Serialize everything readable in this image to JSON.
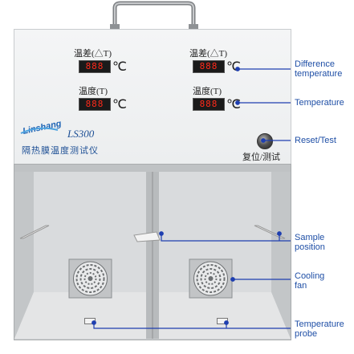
{
  "panel": {
    "diff_label": "温差(△T)",
    "temp_label": "温度(T)",
    "display_value": "888",
    "unit": "℃",
    "brand": "Linshang",
    "model": "LS300",
    "product_name": "隔热膜温度测试仪",
    "reset_label": "复位/测试"
  },
  "callouts": {
    "difference_line1": "Difference",
    "difference_line2": "temperature",
    "temperature": "Temperature",
    "reset_test": "Reset/Test",
    "sample_line1": "Sample",
    "sample_line2": "position",
    "cooling_line1": "Cooling",
    "cooling_line2": "fan",
    "probe_line1": "Temperature",
    "probe_line2": "probe"
  },
  "colors": {
    "callout_line": "#1f3fb0",
    "callout_text": "#1f4fa6",
    "display_digits": "#ff2a1a",
    "brand_blue": "#1d63b4"
  },
  "icons": [
    "handle",
    "reset-knob",
    "fan-grille",
    "probe",
    "sample-holder",
    "callout-dot"
  ]
}
